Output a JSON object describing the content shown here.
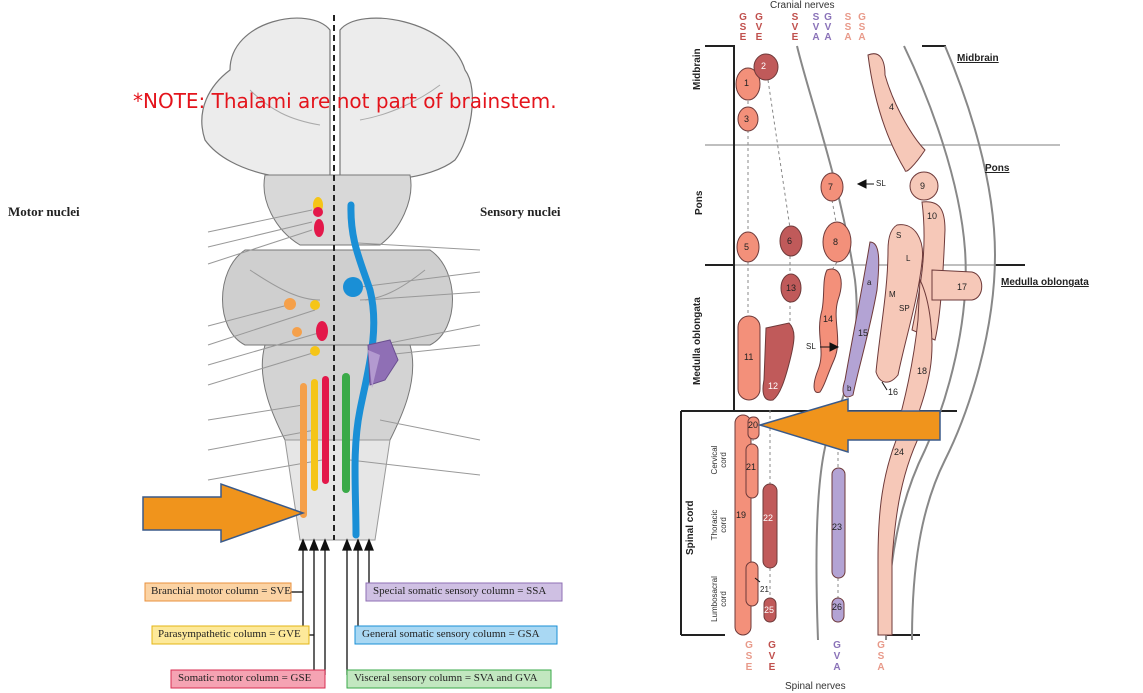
{
  "left_panel": {
    "note": "*NOTE: Thalami are not part of brainstem.",
    "motor_heading": "Motor nuclei",
    "sensory_heading": "Sensory nuclei",
    "legend": {
      "branchial": "Branchial motor column = SVE",
      "parasympathetic": "Parasympathetic column = GVE",
      "somatic_motor": "Somatic motor column = GSE",
      "special_somatic": "Special somatic sensory column = SSA",
      "general_somatic": "General somatic sensory column = GSA",
      "visceral": "Visceral sensory column = SVA and GVA"
    },
    "colors": {
      "branchial": "#f5a04a",
      "parasympathetic": "#f5c518",
      "somatic_motor": "#e3184a",
      "special_somatic": "#8f6fb5",
      "general_somatic": "#1a8fd6",
      "visceral": "#3aaa48",
      "arrow": "#f0941c"
    }
  },
  "right_panel": {
    "top_title": "Cranial nerves",
    "bottom_title": "Spinal nerves",
    "col_heads_top": [
      [
        "G",
        "S",
        "E"
      ],
      [
        "G",
        "V",
        "E"
      ],
      [
        "S",
        "V",
        "E"
      ],
      [
        "S",
        "V",
        "A"
      ],
      [
        "G",
        "V",
        "A"
      ],
      [
        "S",
        "S",
        "A"
      ],
      [
        "G",
        "S",
        "A"
      ]
    ],
    "col_heads_bottom": [
      [
        "G",
        "S",
        "E"
      ],
      [
        "G",
        "V",
        "E"
      ],
      [
        "G",
        "V",
        "A"
      ],
      [
        "G",
        "S",
        "A"
      ]
    ],
    "regions_right": {
      "midbrain": "Midbrain",
      "pons": "Pons",
      "medulla": "Medulla oblongata"
    },
    "regions_left": {
      "midbrain": "Midbrain",
      "pons": "Pons",
      "medulla": "Medulla oblongata",
      "spinal": "Spinal cord"
    },
    "spinal_sub": {
      "cervical": "Cervical cord",
      "thoracic": "Thoracic cord",
      "lumbosacral": "Lumbosacral cord"
    },
    "nuclei_labels": [
      "1",
      "2",
      "3",
      "4",
      "5",
      "6",
      "7",
      "8",
      "9",
      "10",
      "11",
      "12",
      "13",
      "14",
      "15",
      "16",
      "17",
      "18",
      "19",
      "20",
      "21",
      "22",
      "23",
      "24",
      "25",
      "26"
    ],
    "small_labels": {
      "sl": "SL",
      "s": "S",
      "l": "L",
      "m": "M",
      "sp": "SP",
      "a": "a",
      "b": "b"
    }
  }
}
